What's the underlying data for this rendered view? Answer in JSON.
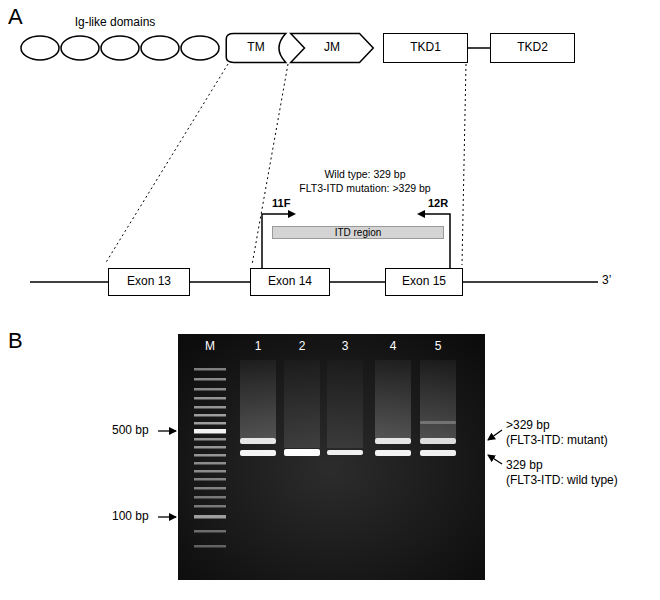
{
  "diagram": {
    "nodes": [
      {
        "text": [
          "TM"
        ]
      },
      {
        "text": [
          "JM"
        ]
      },
      {
        "text": [
          "TKD1"
        ]
      },
      {
        "text": [
          "TKD2"
        ]
      },
      {
        "text": [
          "Exon 13"
        ]
      },
      {
        "text": [
          "Exon 14"
        ]
      },
      {
        "text": [
          "Exon 15"
        ]
      },
      {
        "text": [
          "ITD region"
        ]
      }
    ],
    "edges": [
      {
        "from": 2,
        "to": 3,
        "arrow": "none"
      },
      {
        "from": 4,
        "to": 5,
        "arrow": "none"
      },
      {
        "from": 5,
        "to": 6,
        "arrow": "none"
      }
    ],
    "labels": [
      "A",
      "Ig-like domains",
      "11F",
      "12R",
      "Wild type: 329 bp",
      "FLT3-ITD mutation: >329 bp",
      "3’",
      "B",
      "M",
      "1",
      "2",
      "3",
      "4",
      "5",
      "500 bp",
      "100 bp",
      ">329 bp",
      "(FLT3-ITD: mutant)",
      "329 bp",
      "(FLT3-ITD: wild type)"
    ]
  }
}
